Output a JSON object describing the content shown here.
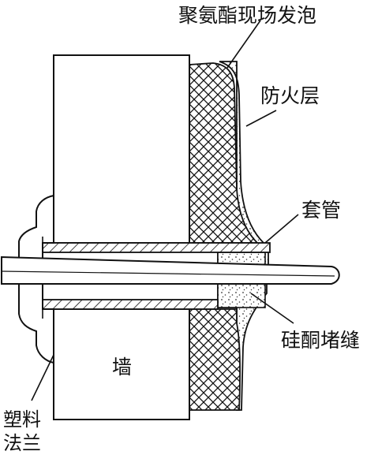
{
  "labels": {
    "foam": "聚氨酯现场发泡",
    "fire_layer": "防火层",
    "sleeve": "套管",
    "silicone_seal": "硅酮堵缝",
    "wall": "墙",
    "flange_line1": "塑料",
    "flange_line2": "法兰"
  },
  "colors": {
    "stroke": "#111111",
    "fill": "#ffffff",
    "dots": "#333333"
  }
}
